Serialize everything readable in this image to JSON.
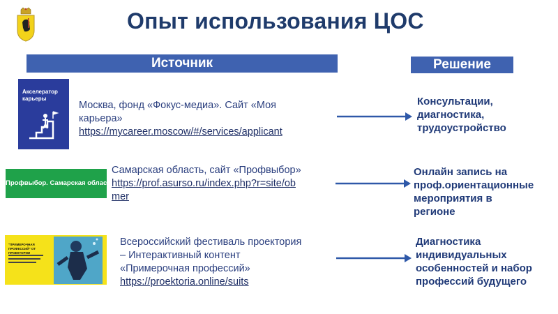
{
  "title": "Опыт использования ЦОС",
  "headers": {
    "source": "Источник",
    "solution": "Решение"
  },
  "rows": [
    {
      "logo_lines": [
        "Акселератор",
        "карьеры"
      ],
      "source_lines": [
        "Москва, фонд «Фокус-медиа». Сайт «Моя",
        "карьера»"
      ],
      "link_lines": [
        "https://mycareer.moscow/#/services/applicant"
      ],
      "solution_lines": [
        "Консультации,",
        "диагностика,",
        "трудоустройство"
      ]
    },
    {
      "logo_text": "Профвыбор. Самарская область",
      "source_lines": [
        "Самарская область, сайт «Профвыбор»"
      ],
      "link_lines": [
        "https://prof.asurso.ru/index.php?r=site/ob",
        "mer"
      ],
      "solution_lines": [
        "Онлайн запись на",
        "проф.ориентационные",
        "мероприятия в",
        "регионе"
      ]
    },
    {
      "logo_text": "\"ПРИМЕРОЧНАЯ ПРОФЕССИЙ\" ОТ ПРОЕКТОРИИ",
      "source_lines": [
        "Всероссийский фестиваль проектория",
        "– Интерактивный контент",
        "«Примерочная профессий»"
      ],
      "link_lines": [
        "https://proektoria.online/suits"
      ],
      "solution_lines": [
        "Диагностика",
        "индивидуальных",
        "особенностей и набор",
        "профессий будущего"
      ]
    }
  ],
  "colors": {
    "accent": "#3f62b0",
    "title": "#1f3b6b",
    "green": "#1fa24a",
    "yellow": "#f5e21a",
    "navy": "#2a3c9c"
  }
}
